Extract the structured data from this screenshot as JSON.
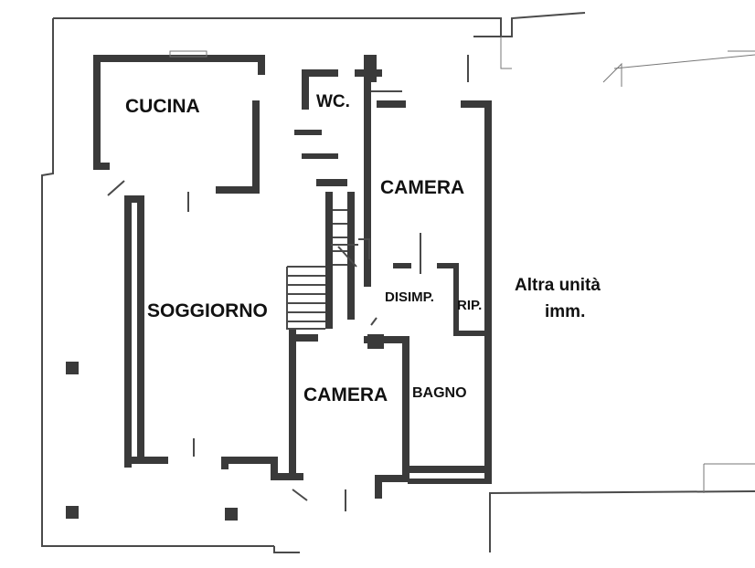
{
  "rooms": {
    "cucina": "CUCINA",
    "wc": "WC.",
    "camera_top": "CAMERA",
    "soggiorno": "SOGGIORNO",
    "disimp": "DISIMP.",
    "rip": "RIP.",
    "altra_line1": "Altra unità",
    "altra_line2": "imm.",
    "camera_bottom": "CAMERA",
    "bagno": "BAGNO"
  }
}
